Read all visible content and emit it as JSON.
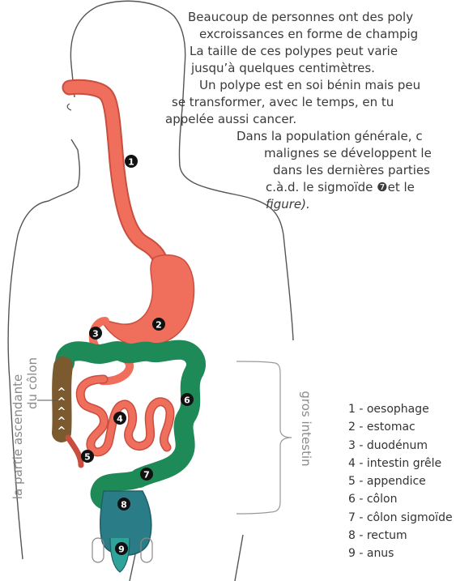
{
  "text": {
    "lines": [
      "Beaucoup de personnes ont des  poly",
      "excroissances en forme de champig",
      "La taille de ces  polypes  peut varie",
      "jusqu’à quelques centimètres.",
      "Un polype est en soi bénin mais peu",
      "se transformer, avec le temps, en tu",
      "appelée aussi cancer.",
      "Dans la population générale, c",
      "malignes se développent le",
      "dans les dernières parties",
      "c.à.d. le sigmoïde ❼et le",
      "figure)."
    ]
  },
  "figure": {
    "label_ascending_colon_line1": "la partie ascendante",
    "label_ascending_colon_line2": "du côlon",
    "label_large_intestine": "gros intestin",
    "markers": [
      "1",
      "2",
      "3",
      "4",
      "5",
      "6",
      "7",
      "8",
      "9"
    ],
    "flow_arrows": [
      "^",
      "^",
      "^",
      "^",
      "^"
    ]
  },
  "legend": [
    "1 - oesophage",
    "2 - estomac",
    "3 - duodénum",
    "4 - intestin grêle",
    "5 - appendice",
    "6 - côlon",
    "7 - côlon sigmoïde",
    "8 - rectum",
    "9 - anus"
  ],
  "colors": {
    "outline": "#555555",
    "esophagus_stomach": "#ef6f5c",
    "esophagus_stomach_edge": "#c94e3f",
    "colon": "#1e8a58",
    "colon_edge": "#146b43",
    "ascending_colon": "#7a5a2e",
    "rectum": "#2a7d86",
    "marker": "#111111"
  }
}
